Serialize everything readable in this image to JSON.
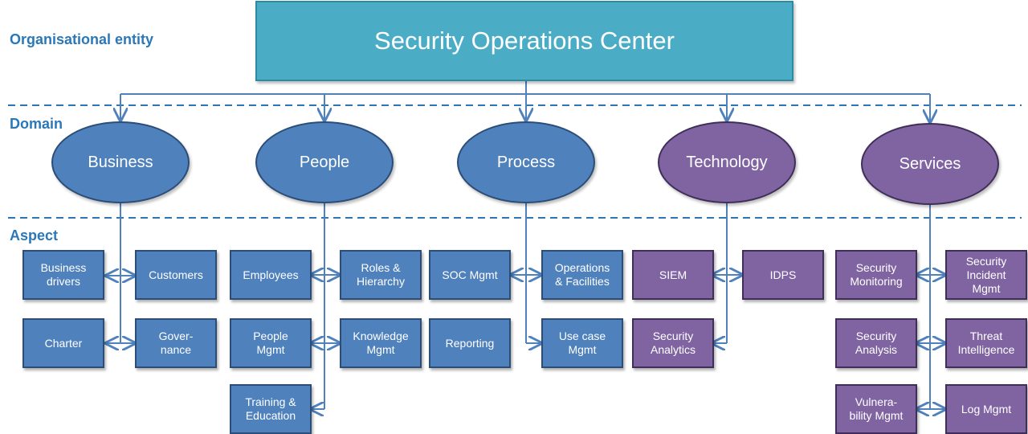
{
  "row_labels": {
    "organisational_entity": "Organisational entity",
    "domain": "Domain",
    "aspect": "Aspect"
  },
  "title": "Security Operations Center",
  "colors": {
    "title_fill": "#4bacc6",
    "blue_fill": "#4f81bd",
    "purple_fill": "#8064a2",
    "connector": "#4f81bd",
    "divider": "#2e75b6",
    "label_text": "#2a78b8"
  },
  "domains": [
    {
      "label": "Business",
      "color": "blue"
    },
    {
      "label": "People",
      "color": "blue"
    },
    {
      "label": "Process",
      "color": "blue"
    },
    {
      "label": "Technology",
      "color": "purple"
    },
    {
      "label": "Services",
      "color": "purple"
    }
  ],
  "aspects": {
    "business": [
      "Business\ndrivers",
      "Customers",
      "Charter",
      "Gover-\nnance"
    ],
    "people": [
      "Employees",
      "Roles &\nHierarchy",
      "People\nMgmt",
      "Knowledge\nMgmt",
      "Training &\nEducation"
    ],
    "process": [
      "SOC Mgmt",
      "Operations\n& Facilities",
      "Reporting",
      "Use case\nMgmt"
    ],
    "technology": [
      "SIEM",
      "IDPS",
      "Security\nAnalytics"
    ],
    "services": [
      "Security\nMonitoring",
      "Security\nIncident\nMgmt",
      "Security\nAnalysis",
      "Threat\nIntelligence",
      "Vulnera-\nbility Mgmt",
      "Log Mgmt"
    ]
  }
}
